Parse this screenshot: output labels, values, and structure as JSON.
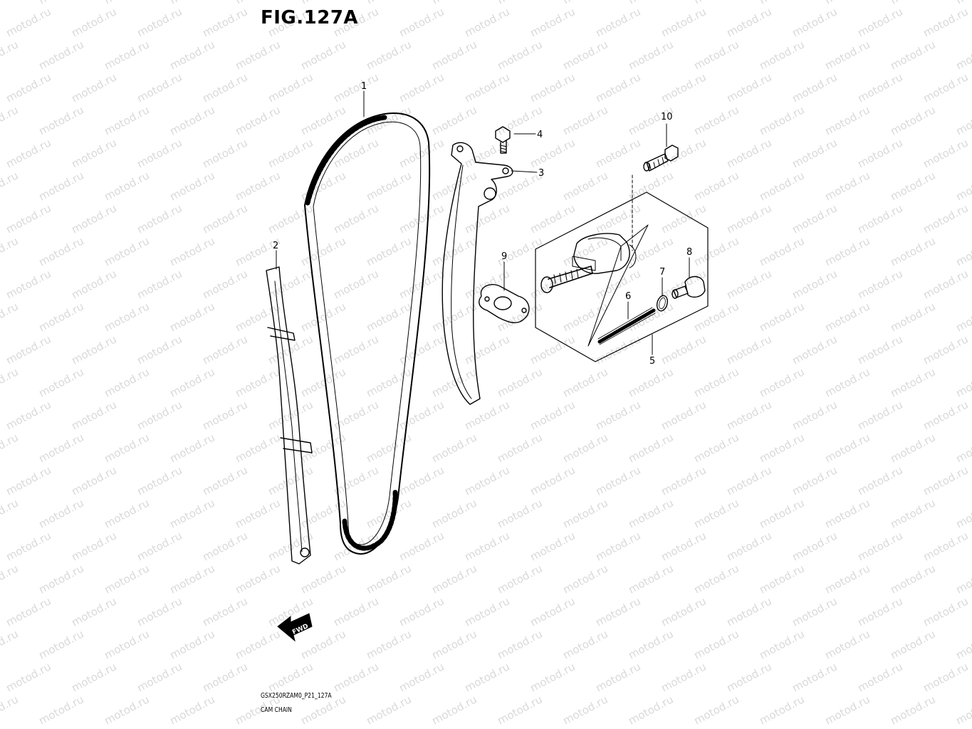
{
  "figure": {
    "title": "FIG.127A"
  },
  "watermark": {
    "text": "motod.ru",
    "color": "#d9d9d9"
  },
  "callouts": [
    {
      "id": "1",
      "part": "cam-chain"
    },
    {
      "id": "2",
      "part": "chain-guide"
    },
    {
      "id": "3",
      "part": "tensioner-guide"
    },
    {
      "id": "4",
      "part": "bolt"
    },
    {
      "id": "5",
      "part": "tensioner-assembly"
    },
    {
      "id": "6",
      "part": "spring"
    },
    {
      "id": "7",
      "part": "o-ring"
    },
    {
      "id": "8",
      "part": "plug"
    },
    {
      "id": "9",
      "part": "gasket"
    },
    {
      "id": "10",
      "part": "bolt"
    }
  ],
  "fwd_label": "FWD",
  "caption": {
    "code": "GSX250RZAM0_P21_127A",
    "name": "CAM CHAIN"
  }
}
